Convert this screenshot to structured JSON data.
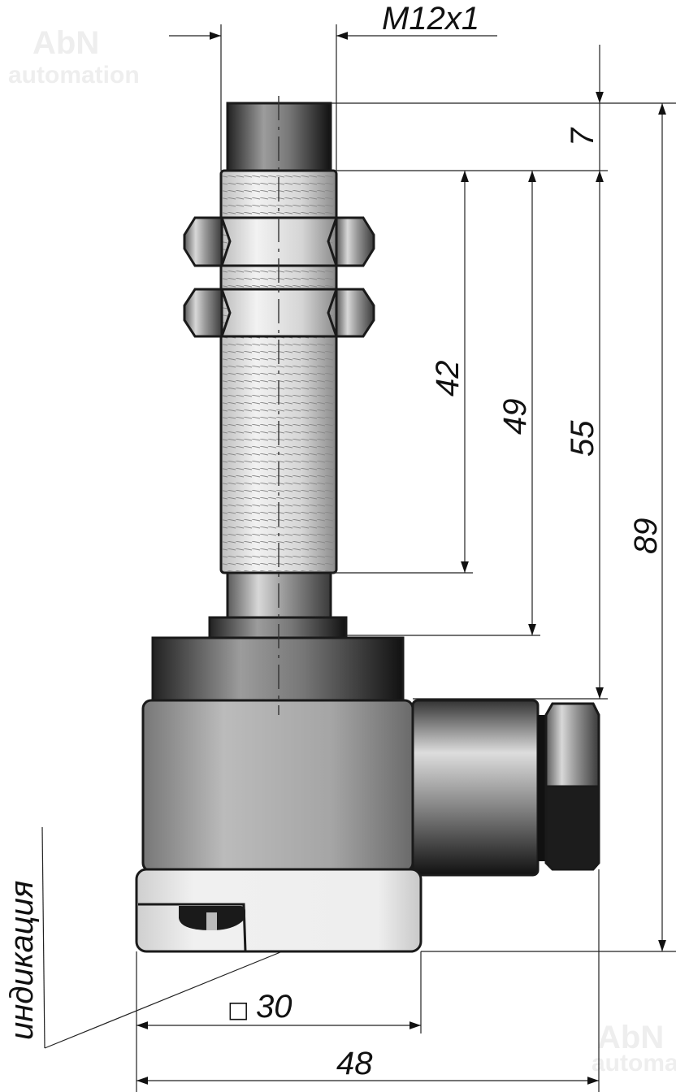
{
  "watermark": {
    "brand": "AbN",
    "sub": "automation"
  },
  "dimensions": {
    "thread": "M12x1",
    "cap_length": "7",
    "thread_length": "42",
    "to_collar": "49",
    "to_body": "55",
    "total_length": "89",
    "square_size": "30",
    "square_symbol": "□",
    "total_width": "48"
  },
  "labels": {
    "indication": "индикация"
  },
  "colors": {
    "outline": "#1a1a1a",
    "dimension": "#222222",
    "base_cap": "#eeeeee"
  }
}
